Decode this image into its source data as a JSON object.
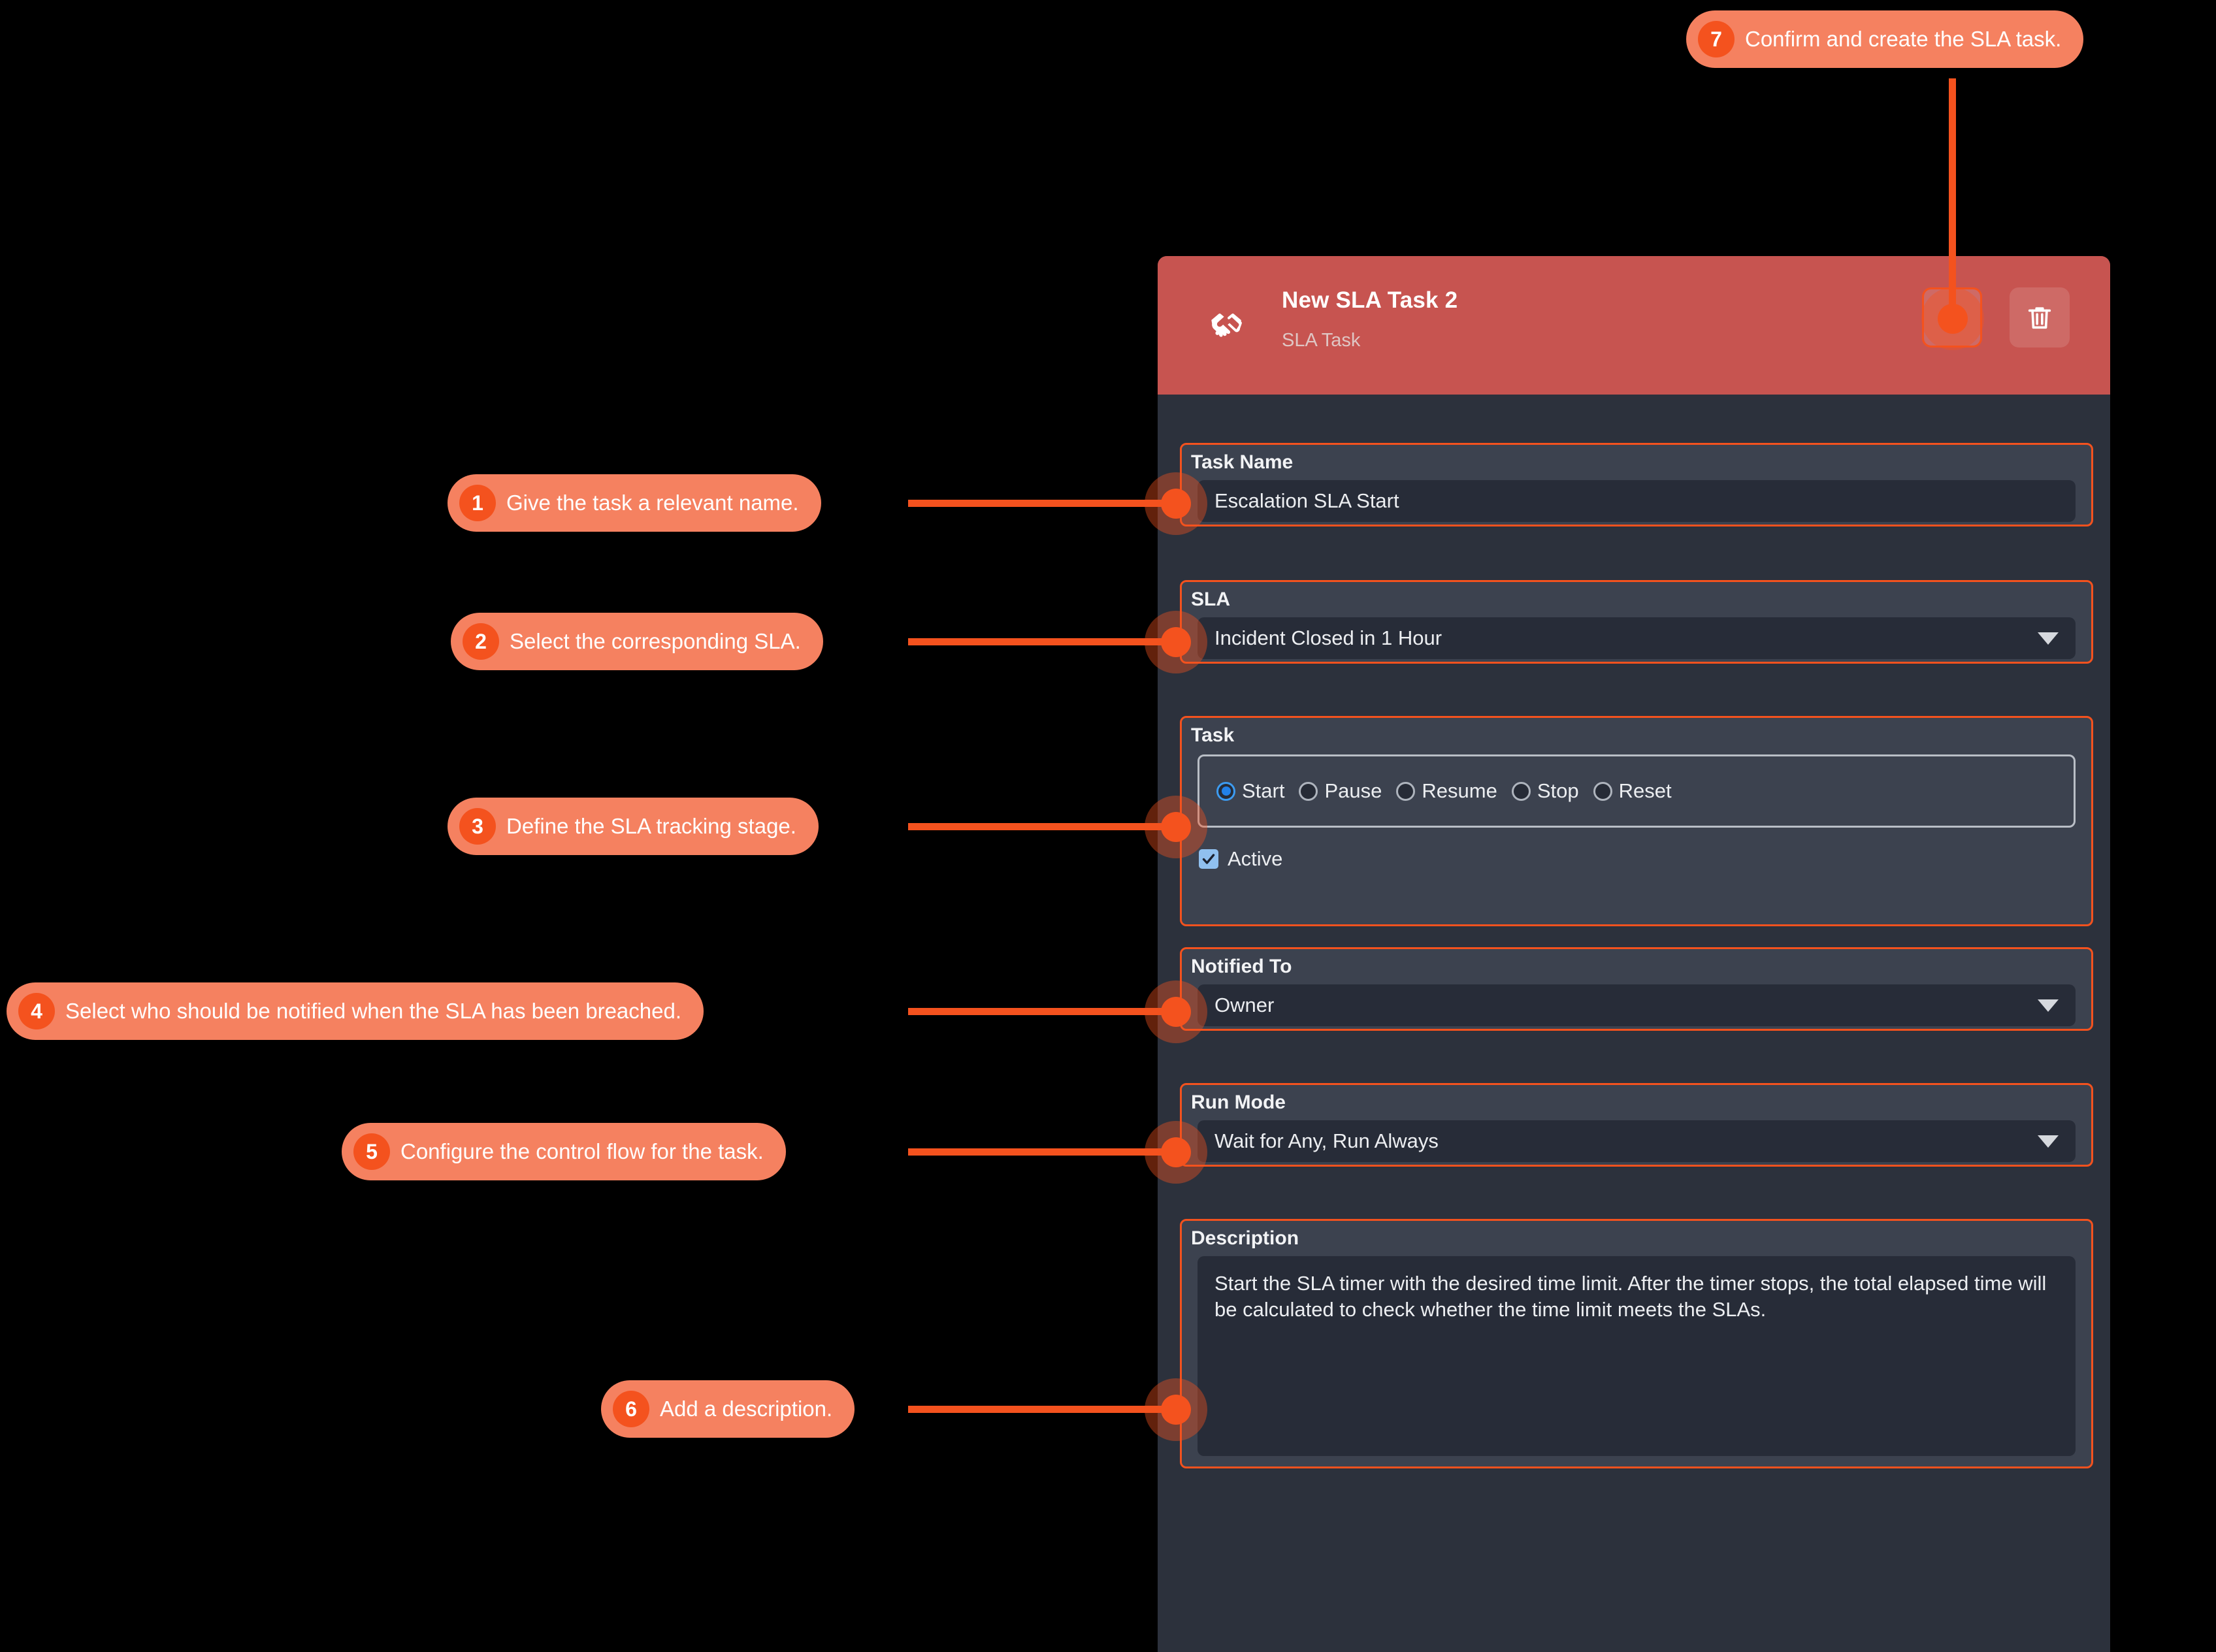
{
  "card": {
    "icon": "handshake-icon",
    "title": "New SLA Task 2",
    "subtitle": "SLA Task",
    "confirm_icon": "check-icon",
    "delete_icon": "trash-icon"
  },
  "colors": {
    "accent": "#f4521e",
    "callout_body": "#f58160",
    "header": "#c75450",
    "panel": "#2c313c",
    "field_group": "#3c424f",
    "input": "#272c38",
    "radio_selected": "#2281e8",
    "checkbox": "#90c0ef",
    "canvas": "#000000"
  },
  "fields": {
    "task_name": {
      "label": "Task Name",
      "value": "Escalation SLA Start"
    },
    "sla": {
      "label": "SLA",
      "value": "Incident Closed in 1 Hour"
    },
    "task": {
      "label": "Task",
      "options": [
        {
          "label": "Start",
          "selected": true
        },
        {
          "label": "Pause",
          "selected": false
        },
        {
          "label": "Resume",
          "selected": false
        },
        {
          "label": "Stop",
          "selected": false
        },
        {
          "label": "Reset",
          "selected": false
        }
      ],
      "active_label": "Active",
      "active_checked": true
    },
    "notified_to": {
      "label": "Notified To",
      "value": "Owner"
    },
    "run_mode": {
      "label": "Run Mode",
      "value": "Wait for Any, Run Always"
    },
    "description": {
      "label": "Description",
      "value": "Start the SLA timer with the desired time limit. After the timer stops, the total elapsed time will be calculated to check whether the time limit meets the SLAs."
    }
  },
  "callouts": [
    {
      "number": "1",
      "text": "Give the task a relevant name."
    },
    {
      "number": "2",
      "text": "Select the corresponding SLA."
    },
    {
      "number": "3",
      "text": "Define the SLA tracking stage."
    },
    {
      "number": "4",
      "text": "Select who should be notified when the SLA has been breached."
    },
    {
      "number": "5",
      "text": "Configure the control flow for the task."
    },
    {
      "number": "6",
      "text": "Add a description."
    },
    {
      "number": "7",
      "text": "Confirm and create the SLA task."
    }
  ]
}
